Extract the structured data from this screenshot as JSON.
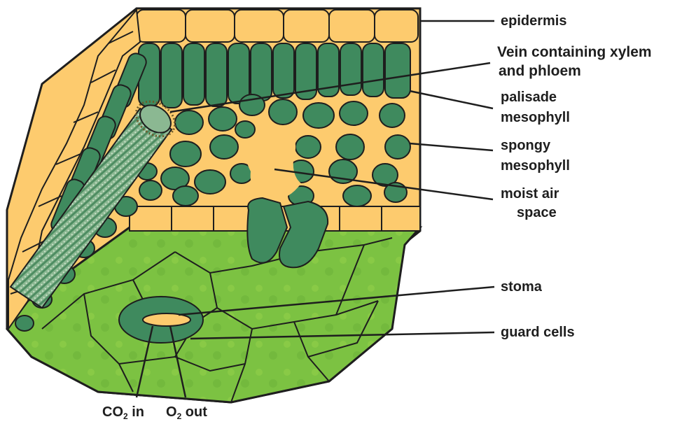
{
  "labels": {
    "epidermis": "epidermis",
    "vein_line1": "Vein containing xylem",
    "vein_line2": "and phloem",
    "palisade_line1": "palisade",
    "palisade_line2": "mesophyll",
    "spongy_line1": "spongy",
    "spongy_line2": "mesophyll",
    "air_line1": "moist air",
    "air_line2": "space",
    "stoma": "stoma",
    "guard_cells": "guard cells",
    "co2_main": "CO",
    "co2_sub": "2",
    "co2_tail": " in",
    "o2_main": "O",
    "o2_sub": "2",
    "o2_tail": " out"
  },
  "colors": {
    "epidermis_fill": "#FDCB6E",
    "palisade_fill": "#3F8A5E",
    "spongy_cell_fill": "#3F8A5E",
    "air_space_fill": "#FDCB6E",
    "lower_surface_fill": "#7CC242",
    "outline": "#1E1E1E",
    "label_text": "#1E1E1E"
  }
}
